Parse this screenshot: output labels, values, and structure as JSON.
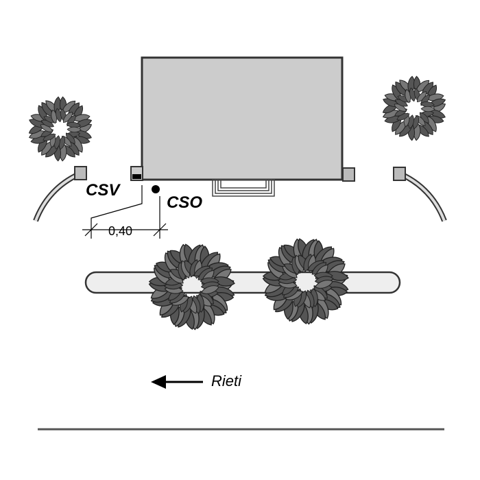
{
  "labels": {
    "csv": "CSV",
    "cso": "CSO",
    "dimension": "0,40",
    "direction": "Rieti"
  },
  "colors": {
    "building_fill": "#cccccc",
    "outline": "#333333",
    "foliage_dark": "#555555",
    "foliage_mid": "#777777",
    "road_line": "#555555",
    "background": "#ffffff"
  },
  "icons": {
    "shrub": "shrub-icon",
    "arrow": "arrow-left-icon",
    "bollard": "square-bollard-icon"
  }
}
